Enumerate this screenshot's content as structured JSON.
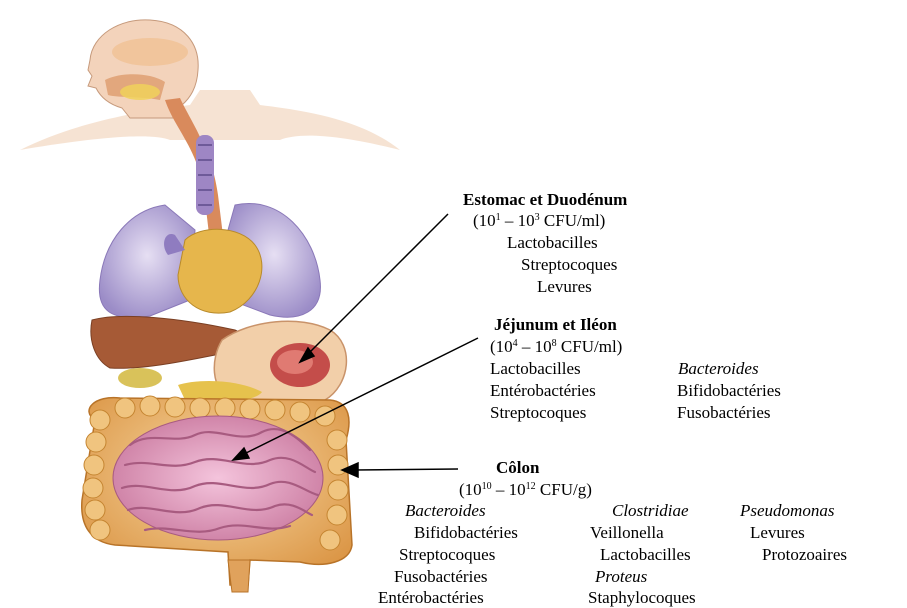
{
  "regions": {
    "stomach": {
      "title": "Estomac et Duodénum",
      "count_pre": "(10",
      "exp1": "1",
      "count_mid": " – 10",
      "exp2": "3",
      "count_post": " CFU/ml)",
      "organisms": [
        "Lactobacilles",
        "Streptocoques",
        "Levures"
      ]
    },
    "jejunum": {
      "title": "Jéjunum et Iléon",
      "count_pre": "(10",
      "exp1": "4",
      "count_mid": " – 10",
      "exp2": "8",
      "count_post": " CFU/ml)",
      "organisms": [
        "Lactobacilles",
        "Bacteroides",
        "Entérobactéries",
        "Bifidobactéries",
        "Streptocoques",
        "Fusobactéries"
      ]
    },
    "colon": {
      "title": "Côlon",
      "count_pre": "(10",
      "exp1": "10",
      "count_mid": " – 10",
      "exp2": "12",
      "count_post": " CFU/g)",
      "organisms": [
        "Bacteroides",
        "Clostridiae",
        "Pseudomonas",
        "Bifidobactéries",
        "Veillonella",
        "Levures",
        "Streptocoques",
        "Lactobacilles",
        "Protozoaires",
        "Fusobactéries",
        "Proteus",
        "Entérobactéries",
        "Staphylocoques"
      ]
    }
  },
  "colors": {
    "skin": "#f3d6bf",
    "lung": "#b7a9d6",
    "liver": "#a05a32",
    "intestine": "#e7a6c8",
    "colon": "#e9b26a",
    "pointer": "#000000"
  }
}
